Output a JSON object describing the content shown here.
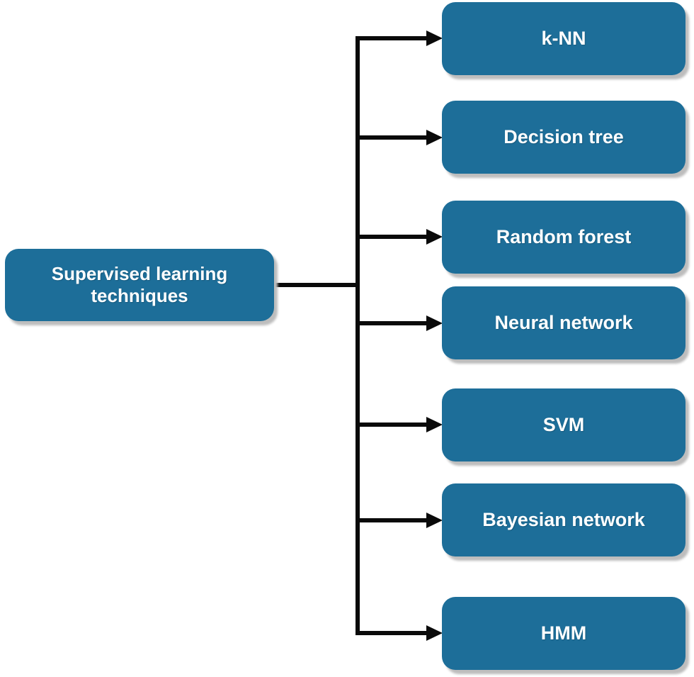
{
  "diagram": {
    "type": "tree",
    "root": {
      "label": "Supervised learning techniques"
    },
    "leaves": [
      {
        "label": "k-NN"
      },
      {
        "label": "Decision tree"
      },
      {
        "label": "Random forest"
      },
      {
        "label": "Neural network"
      },
      {
        "label": "SVM"
      },
      {
        "label": "Bayesian network"
      },
      {
        "label": "HMM"
      }
    ]
  },
  "colors": {
    "node_fill": "#1d6e99",
    "node_text": "#ffffff",
    "connector": "#0a0a0a",
    "node_shadow": "#bdbdbd",
    "background": "#ffffff"
  }
}
